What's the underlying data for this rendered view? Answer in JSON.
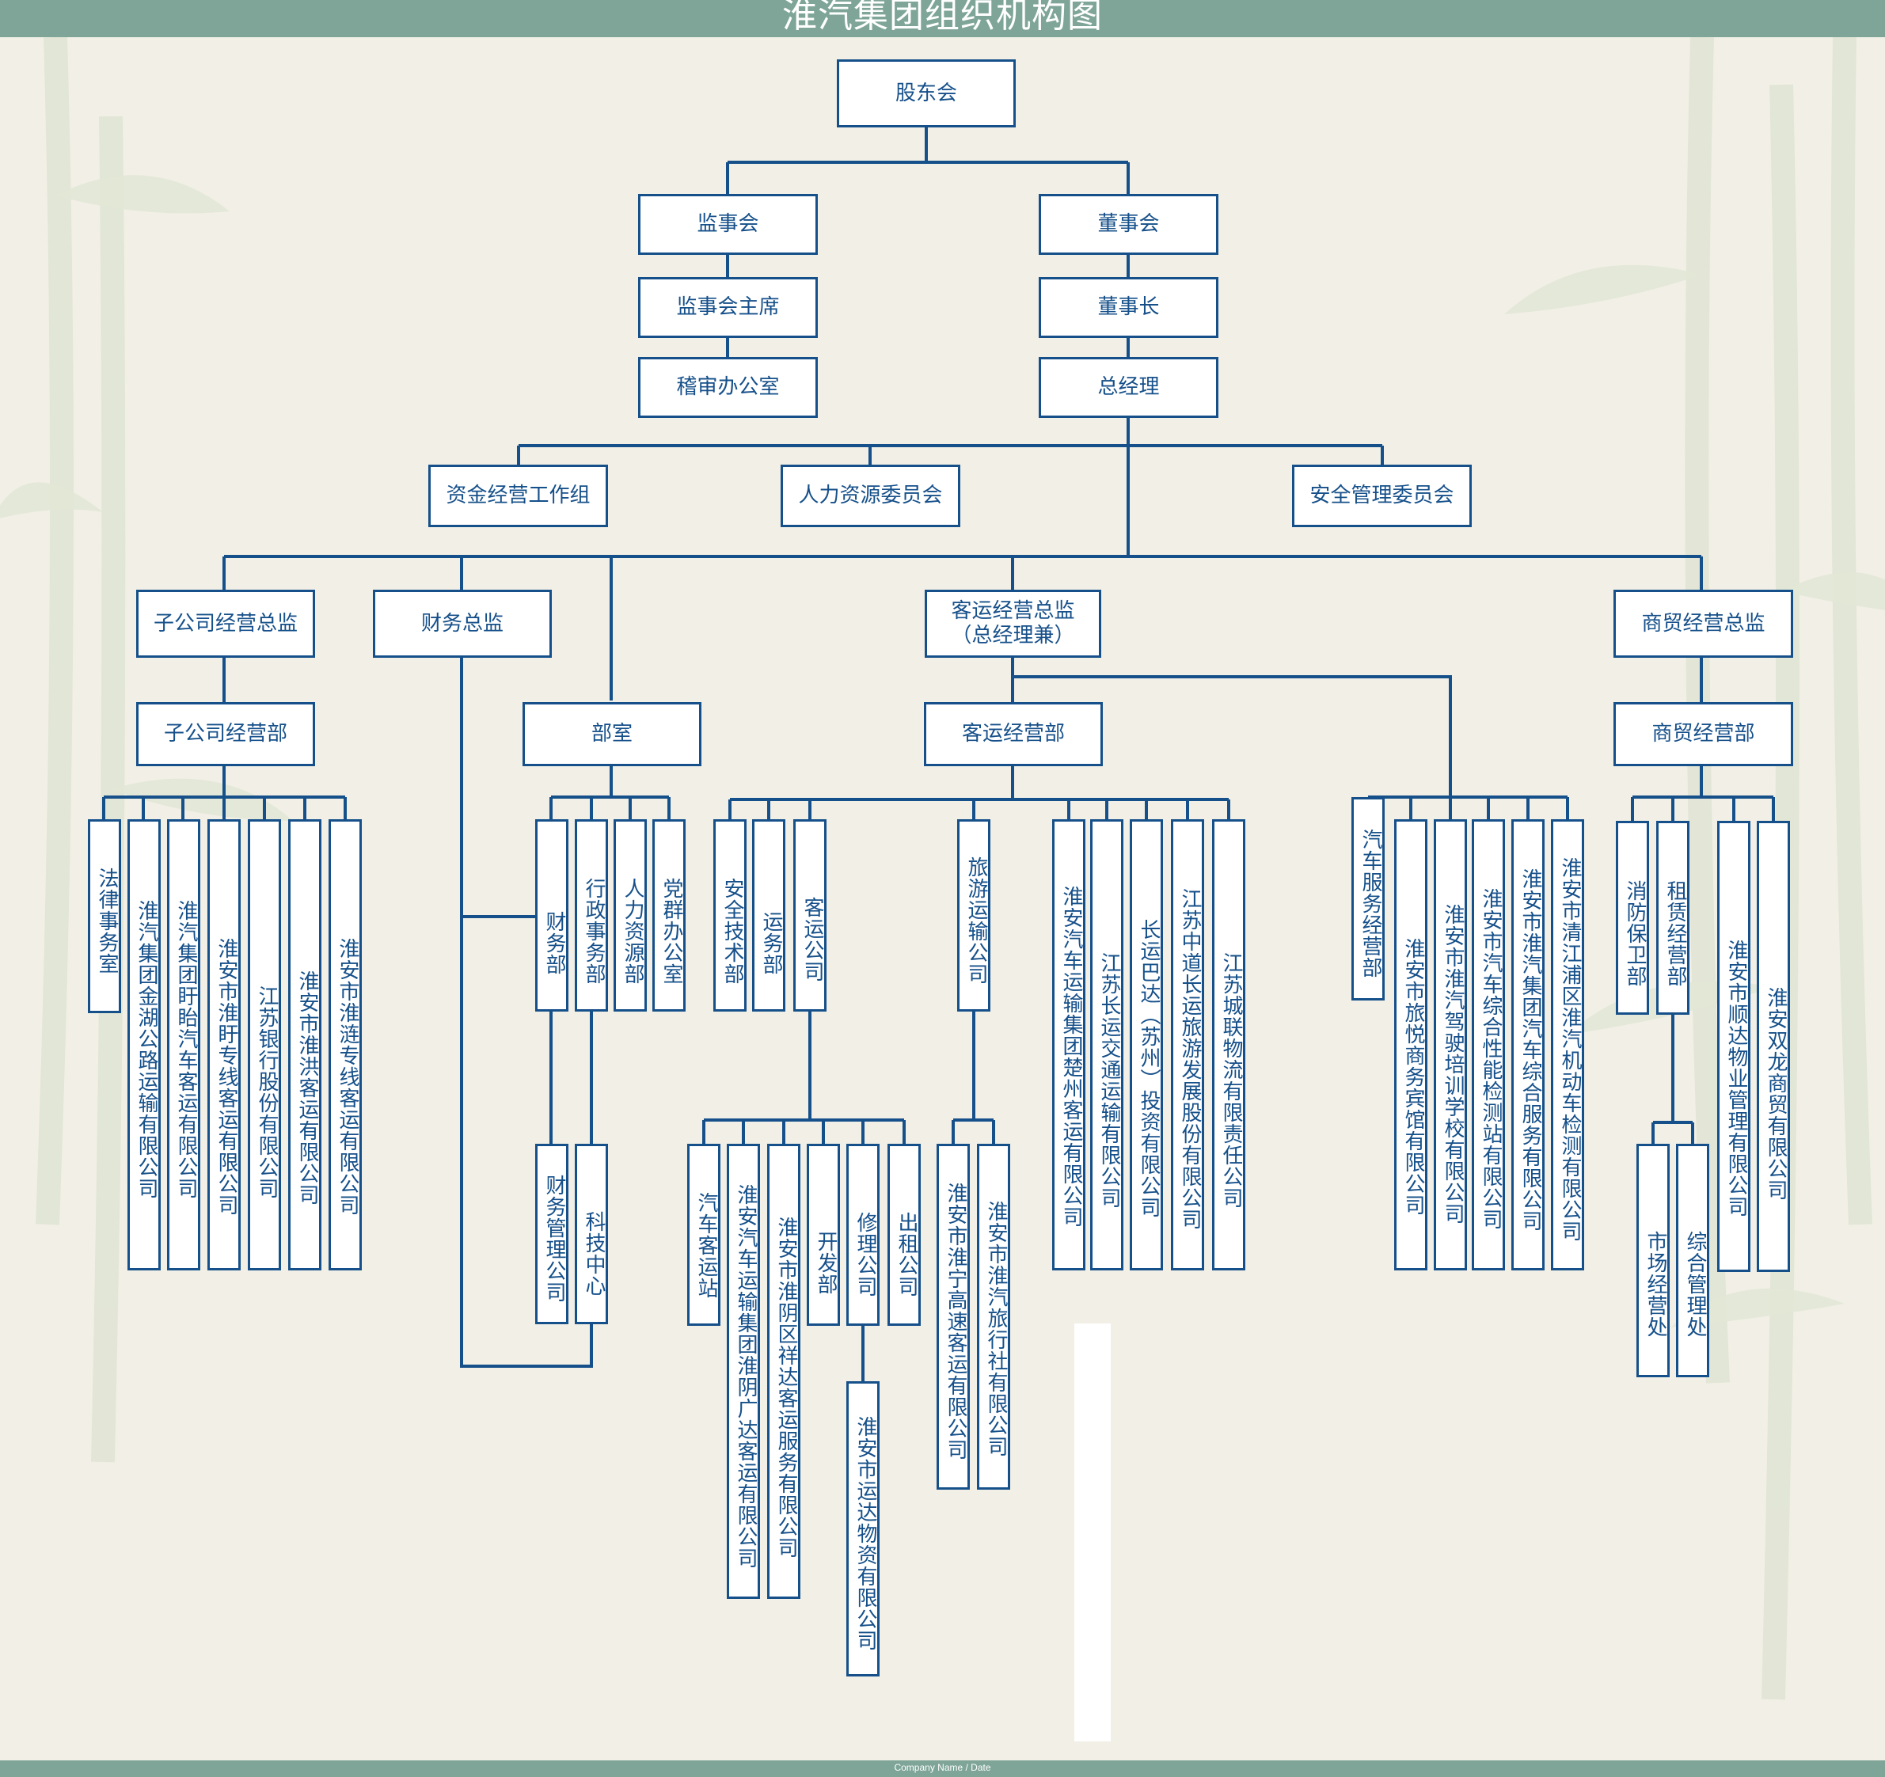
{
  "title": "淮汽集团组织机构图",
  "footer": "Company Name / Date",
  "colors": {
    "line": "#16508a",
    "header": "#7ea597",
    "background": "#f2f0e6"
  },
  "nodes": {
    "shareholders": "股东会",
    "supervisory_board": "监事会",
    "supervisory_chair": "监事会主席",
    "audit_office": "稽审办公室",
    "board": "董事会",
    "chairman": "董事长",
    "general_manager": "总经理",
    "fund_group": "资金经营工作组",
    "hr_committee": "人力资源委员会",
    "safety_committee": "安全管理委员会",
    "sub_director": "子公司经营总监",
    "finance_director": "财务总监",
    "passenger_director": "客运经营总监\n（总经理兼）",
    "trade_director": "商贸经营总监",
    "sub_dept": "子公司经营部",
    "departments": "部室",
    "passenger_dept": "客运经营部",
    "trade_dept": "商贸经营部",
    "legal_office": "法律事务室",
    "jinhu": "淮汽集团金湖公路运输有限公司",
    "xuyi": "淮汽集团盱眙汽车客运有限公司",
    "huaixu": "淮安市淮盱专线客运有限公司",
    "jiangsu_bank": "江苏银行股份有限公司",
    "huaihong": "淮安市淮洪客运有限公司",
    "huailian": "淮安市淮涟专线客运有限公司",
    "finance_dept": "财务部",
    "admin_dept": "行政事务部",
    "hr_dept": "人力资源部",
    "party_office": "党群办公室",
    "finance_mgmt_co": "财务管理公司",
    "tech_center": "科技中心",
    "safety_tech": "安全技术部",
    "transport_dept": "运务部",
    "passenger_co": "客运公司",
    "tourism_co": "旅游运输公司",
    "chuzhou": "淮安汽车运输集团楚州客运有限公司",
    "changyun_traffic": "江苏长运交通运输有限公司",
    "changyun_bus": "长运巴达（苏州）投资有限公司",
    "zhongdao": "江苏中道长运旅游发展股份有限公司",
    "city_logistics": "江苏城联物流有限责任公司",
    "bus_station": "汽车客运站",
    "huaiyin_guangda": "淮安汽车运输集团淮阴广达客运有限公司",
    "xiangda": "淮安市淮阴区祥达客运服务有限公司",
    "dev_dept": "开发部",
    "repair_co": "修理公司",
    "taxi_co": "出租公司",
    "yunda_materials": "淮安市运达物资有限公司",
    "huaining": "淮安市淮宁高速客运有限公司",
    "travel_agency": "淮安市淮汽旅行社有限公司",
    "auto_service": "汽车服务经营部",
    "lvyue_hotel": "淮安市旅悦商务宾馆有限公司",
    "driving_school": "淮安市淮汽驾驶培训学校有限公司",
    "inspection_station": "淮安市汽车综合性能检测站有限公司",
    "auto_service_co": "淮安市淮汽集团汽车综合服务有限公司",
    "vehicle_test": "淮安市清江浦区淮汽机动车检测有限公司",
    "fire_dept": "消防保卫部",
    "leasing_dept": "租赁经营部",
    "shunda": "淮安市顺达物业管理有限公司",
    "shuanglong": "淮安双龙商贸有限公司",
    "market_office": "市场经营处",
    "general_office": "综合管理处"
  }
}
